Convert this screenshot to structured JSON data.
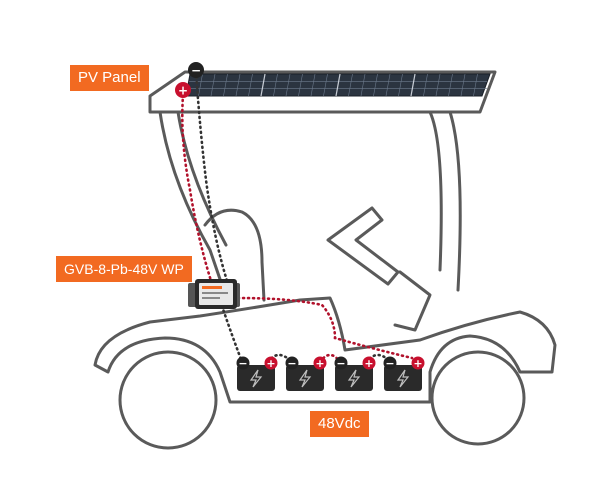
{
  "labels": {
    "pv_panel": "PV Panel",
    "controller": "GVB-8-Pb-48V WP",
    "voltage": "48Vdc"
  },
  "terminals": {
    "negative": "−",
    "positive": "+"
  },
  "icons": {
    "battery": "battery-icon",
    "charge": "lightning-bolt-icon",
    "solar": "solar-panel-icon",
    "controller": "charge-controller-icon"
  },
  "colors": {
    "label_bg": "#f26a21",
    "outline": "#555555",
    "panel": "#2b3440",
    "positive_wire": "#b1122c",
    "negative_wire": "#333333",
    "positive_terminal": "#c8102e",
    "negative_terminal": "#222222",
    "battery": "#2a2a2a"
  },
  "battery_count": 4
}
